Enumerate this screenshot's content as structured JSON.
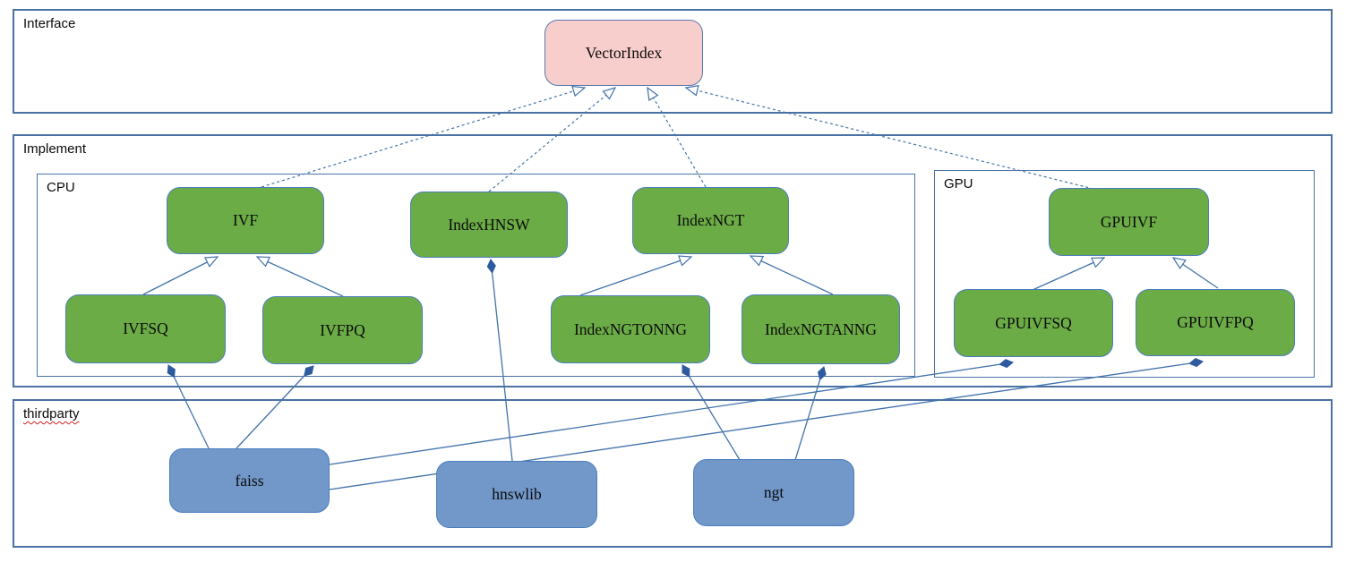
{
  "containers": {
    "interface": {
      "label": "Interface"
    },
    "implement": {
      "label": "Implement"
    },
    "cpu": {
      "label": "CPU"
    },
    "gpu": {
      "label": "GPU"
    },
    "thirdparty": {
      "label": "thirdparty"
    }
  },
  "nodes": {
    "vectorindex": {
      "label": "VectorIndex",
      "group": "interface"
    },
    "ivf": {
      "label": "IVF",
      "group": "cpu"
    },
    "indexhnsw": {
      "label": "IndexHNSW",
      "group": "cpu"
    },
    "indexngt": {
      "label": "IndexNGT",
      "group": "cpu"
    },
    "ivfsq": {
      "label": "IVFSQ",
      "group": "cpu"
    },
    "ivfpq": {
      "label": "IVFPQ",
      "group": "cpu"
    },
    "indexngtonng": {
      "label": "IndexNGTONNG",
      "group": "cpu"
    },
    "indexngtanng": {
      "label": "IndexNGTANNG",
      "group": "cpu"
    },
    "gpuivf": {
      "label": "GPUIVF",
      "group": "gpu"
    },
    "gpuivfsq": {
      "label": "GPUIVFSQ",
      "group": "gpu"
    },
    "gpuivfpq": {
      "label": "GPUIVFPQ",
      "group": "gpu"
    },
    "faiss": {
      "label": "faiss",
      "group": "thirdparty"
    },
    "hnswlib": {
      "label": "hnswlib",
      "group": "thirdparty"
    },
    "ngt": {
      "label": "ngt",
      "group": "thirdparty"
    }
  },
  "relationships": [
    {
      "from": "IVF",
      "to": "VectorIndex",
      "type": "realization"
    },
    {
      "from": "IndexHNSW",
      "to": "VectorIndex",
      "type": "realization"
    },
    {
      "from": "IndexNGT",
      "to": "VectorIndex",
      "type": "realization"
    },
    {
      "from": "GPUIVF",
      "to": "VectorIndex",
      "type": "realization"
    },
    {
      "from": "IVFSQ",
      "to": "IVF",
      "type": "generalization"
    },
    {
      "from": "IVFPQ",
      "to": "IVF",
      "type": "generalization"
    },
    {
      "from": "IndexNGTONNG",
      "to": "IndexNGT",
      "type": "generalization"
    },
    {
      "from": "IndexNGTANNG",
      "to": "IndexNGT",
      "type": "generalization"
    },
    {
      "from": "GPUIVFSQ",
      "to": "GPUIVF",
      "type": "generalization"
    },
    {
      "from": "GPUIVFPQ",
      "to": "GPUIVF",
      "type": "generalization"
    },
    {
      "from": "faiss",
      "to": "IVFSQ",
      "type": "composition"
    },
    {
      "from": "faiss",
      "to": "IVFPQ",
      "type": "composition"
    },
    {
      "from": "faiss",
      "to": "GPUIVFSQ",
      "type": "composition"
    },
    {
      "from": "faiss",
      "to": "GPUIVFPQ",
      "type": "composition"
    },
    {
      "from": "hnswlib",
      "to": "IndexHNSW",
      "type": "composition"
    },
    {
      "from": "ngt",
      "to": "IndexNGTONNG",
      "type": "composition"
    },
    {
      "from": "ngt",
      "to": "IndexNGTANNG",
      "type": "composition"
    }
  ],
  "colors": {
    "interface_node_fill": "#f8cecc",
    "implement_node_fill": "#6cac46",
    "thirdparty_node_fill": "#7297c9",
    "node_border": "#4a7ebd",
    "container_border": "#4a72a4",
    "edge_line": "#4273ad",
    "diamond_fill": "#2e5b9f",
    "spellcheck_underline": "#cf201a"
  }
}
